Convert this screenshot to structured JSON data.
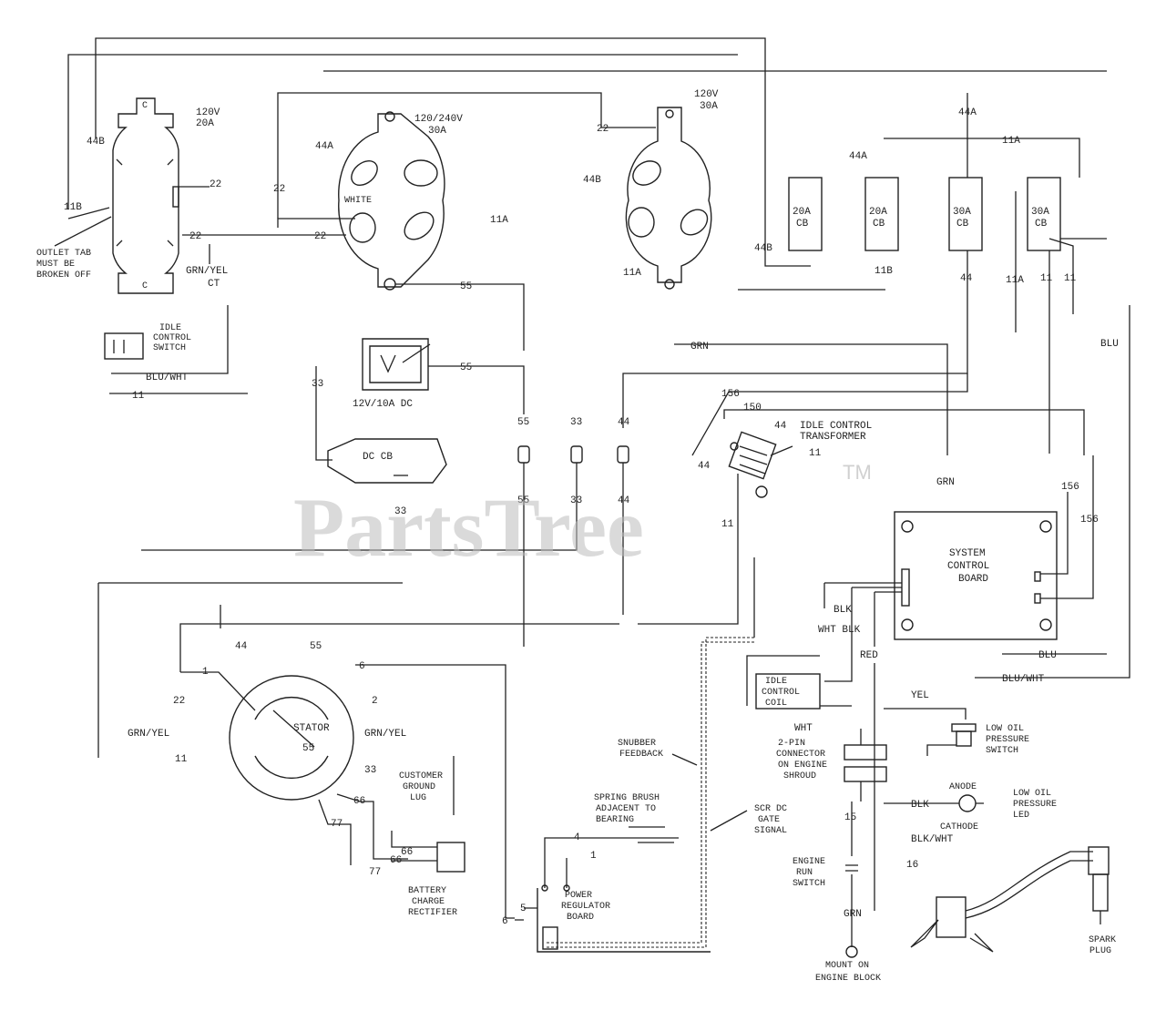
{
  "watermark": {
    "text": "PartsTree",
    "tm": "TM"
  },
  "receptacles": {
    "r120_20": {
      "v": "120V",
      "a": "20A"
    },
    "r240": {
      "v": "120/240V",
      "a": "30A",
      "white": "WHITE"
    },
    "r120_30": {
      "v": "120V",
      "a": "30A"
    }
  },
  "breakers": {
    "b1": {
      "a": "20A",
      "cb": "CB"
    },
    "b2": {
      "a": "20A",
      "cb": "CB"
    },
    "b3": {
      "a": "30A",
      "cb": "CB"
    },
    "b4": {
      "a": "30A",
      "cb": "CB"
    }
  },
  "outlet_tab": [
    "OUTLET TAB",
    "MUST BE",
    "BROKEN OFF"
  ],
  "idle_switch": [
    "IDLE",
    "CONTROL",
    "SWITCH"
  ],
  "dc_outlet": {
    "label": "12V/10A DC",
    "cb": "DC CB"
  },
  "transformer": [
    "IDLE CONTROL",
    "TRANSFORMER"
  ],
  "scb": [
    "SYSTEM",
    "CONTROL",
    "BOARD"
  ],
  "idle_coil": [
    "IDLE",
    "CONTROL",
    "COIL"
  ],
  "oil_switch": [
    "LOW OIL",
    "PRESSURE",
    "SWITCH"
  ],
  "two_pin": [
    "2-PIN",
    "CONNECTOR",
    "ON ENGINE",
    "SHROUD"
  ],
  "led": {
    "anode": "ANODE",
    "cathode": "CATHODE",
    "desc": [
      "LOW OIL",
      "PRESSURE",
      "LED"
    ]
  },
  "run_switch": [
    "ENGINE",
    "RUN",
    "SWITCH"
  ],
  "ground": [
    "MOUNT ON",
    "ENGINE BLOCK"
  ],
  "spark": [
    "SPARK",
    "PLUG"
  ],
  "stator": "STATOR",
  "customer_ground": [
    "CUSTOMER",
    "GROUND",
    "LUG"
  ],
  "rectifier": [
    "BATTERY",
    "CHARGE",
    "RECTIFIER"
  ],
  "regulator": [
    "POWER",
    "REGULATOR",
    "BOARD"
  ],
  "brush": [
    "SPRING BRUSH",
    "ADJACENT TO",
    "BEARING"
  ],
  "snubber": [
    "SNUBBER",
    "FEEDBACK"
  ],
  "scr": [
    "SCR DC",
    "GATE",
    "SIGNAL"
  ],
  "wires": {
    "w44a": "44A",
    "w44b": "44B",
    "w11b": "11B",
    "w11a": "11A",
    "w22": "22",
    "w55": "55",
    "w33": "33",
    "w44": "44",
    "w11": "11",
    "w4": "4",
    "w1": "1",
    "w2": "2",
    "w6": "6",
    "w5": "5",
    "w66": "66",
    "w77": "77",
    "w156": "156",
    "w150": "150",
    "w15": "15",
    "w16": "16",
    "w1s": "1",
    "grn": "GRN",
    "blk": "BLK",
    "wht_blk": "WHT BLK",
    "red": "RED",
    "yel": "YEL",
    "blu": "BLU",
    "blu_wht": "BLU/WHT",
    "grn_yel": "GRN/YEL",
    "blk_wht": "BLK/WHT",
    "wht": "WHT",
    "blk_l": "BLK",
    "ct": "CT"
  }
}
